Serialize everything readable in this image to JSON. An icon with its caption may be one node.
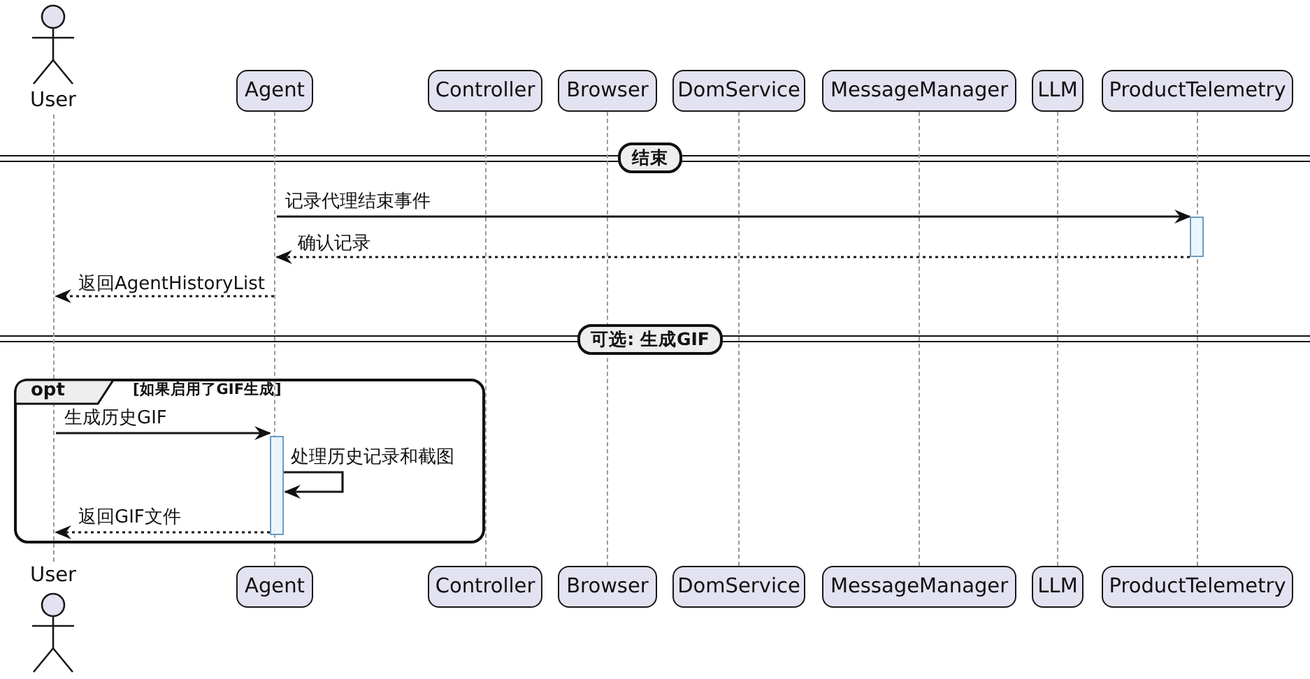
{
  "diagram": {
    "nodes": [
      {
        "text": [
          "User"
        ]
      },
      {
        "text": [
          "Agent"
        ]
      },
      {
        "text": [
          "Controller"
        ]
      },
      {
        "text": [
          "Browser"
        ]
      },
      {
        "text": [
          "DomService"
        ]
      },
      {
        "text": [
          "MessageManager"
        ]
      },
      {
        "text": [
          "LLM"
        ]
      },
      {
        "text": [
          "ProductTelemetry"
        ]
      },
      {
        "text": [
          "结束"
        ]
      },
      {
        "text": [
          "可选: 生成GIF"
        ]
      },
      {
        "text": [
          "opt",
          "[如果启用了GIF生成]"
        ]
      },
      {
        "text": [
          "User"
        ]
      },
      {
        "text": [
          "Agent"
        ]
      },
      {
        "text": [
          "Controller"
        ]
      },
      {
        "text": [
          "Browser"
        ]
      },
      {
        "text": [
          "DomService"
        ]
      },
      {
        "text": [
          "MessageManager"
        ]
      },
      {
        "text": [
          "LLM"
        ]
      },
      {
        "text": [
          "ProductTelemetry"
        ]
      },
      {
        "text": [],
        "shape": "line"
      },
      {
        "text": [],
        "shape": "line"
      },
      {
        "text": [],
        "shape": "line"
      },
      {
        "text": [],
        "shape": "line"
      },
      {
        "text": [],
        "shape": "line"
      },
      {
        "text": [],
        "shape": "line"
      },
      {
        "text": [],
        "shape": "line"
      },
      {
        "text": [],
        "shape": "line"
      },
      {
        "text": [],
        "shape": "bar"
      },
      {
        "text": [],
        "shape": "bar",
        "in": 10
      }
    ],
    "edges": [
      {
        "from": 20,
        "to": 27,
        "arrow": "to",
        "label": "记录代理结束事件"
      },
      {
        "from": 27,
        "to": 20,
        "arrow": "to",
        "style": "dashed",
        "label": "确认记录"
      },
      {
        "from": 20,
        "to": 19,
        "arrow": "to",
        "style": "dashed",
        "label": "返回AgentHistoryList"
      },
      {
        "from": 19,
        "to": 28,
        "arrow": "to",
        "label": "生成历史GIF"
      },
      {
        "from": 28,
        "to": 28,
        "arrow": "to",
        "label": "处理历史记录和截图"
      },
      {
        "from": 28,
        "to": 19,
        "arrow": "to",
        "style": "dashed",
        "label": "返回GIF文件"
      }
    ]
  }
}
